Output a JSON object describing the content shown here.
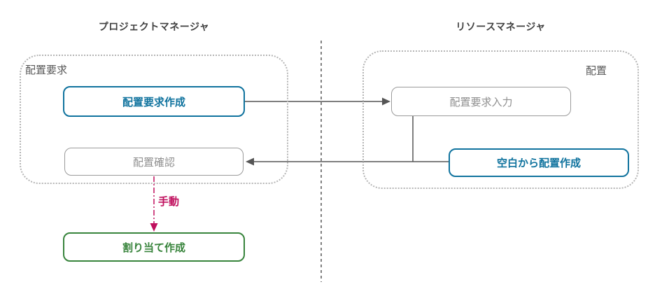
{
  "lanes": {
    "left_title": "プロジェクトマネージャ",
    "right_title": "リソースマネージャ"
  },
  "groups": {
    "request_group_label": "配置要求",
    "placement_group_label": "配置"
  },
  "nodes": {
    "create_request_label": "配置要求作成",
    "input_request_label": "配置要求入力",
    "confirm_label": "配置確認",
    "create_from_blank_label": "空白から配置作成",
    "create_assignment_label": "割り当て作成"
  },
  "edges": {
    "manual_label": "手動"
  },
  "colors": {
    "accent_blue": "#10739e",
    "accent_green": "#38843c",
    "accent_magenta": "#c0105e",
    "gray_border": "#9a9a9a",
    "gray_text": "#8f8f8f",
    "line": "#555555",
    "container_border": "#b5b5b5",
    "heading_text": "#3f3f3f",
    "group_label_text": "#595959"
  }
}
